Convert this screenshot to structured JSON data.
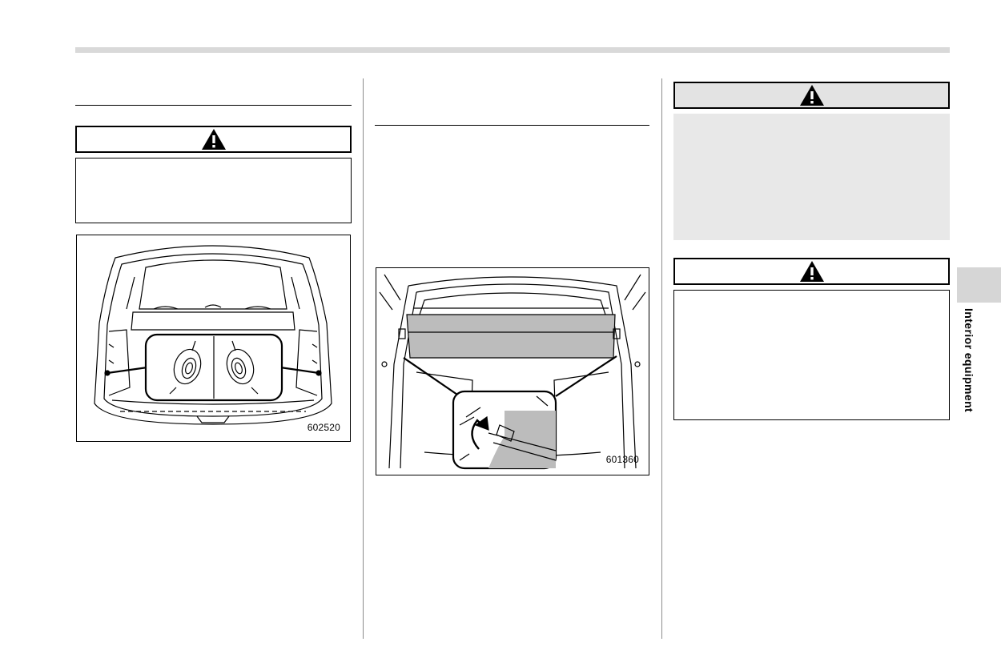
{
  "page": {
    "section_tab_label": "Interior equipment"
  },
  "col1": {
    "warning_icon": "warning-triangle-icon",
    "figure_id": "602520"
  },
  "col2": {
    "figure_id": "601360"
  },
  "col3": {
    "warning_icon": "warning-triangle-icon"
  },
  "colors": {
    "rule_gray": "#d9d9d9",
    "tab_gray": "#d6d6d6",
    "shaded_box": "#e8e8e8",
    "cover_fill": "#bcbcbc"
  }
}
